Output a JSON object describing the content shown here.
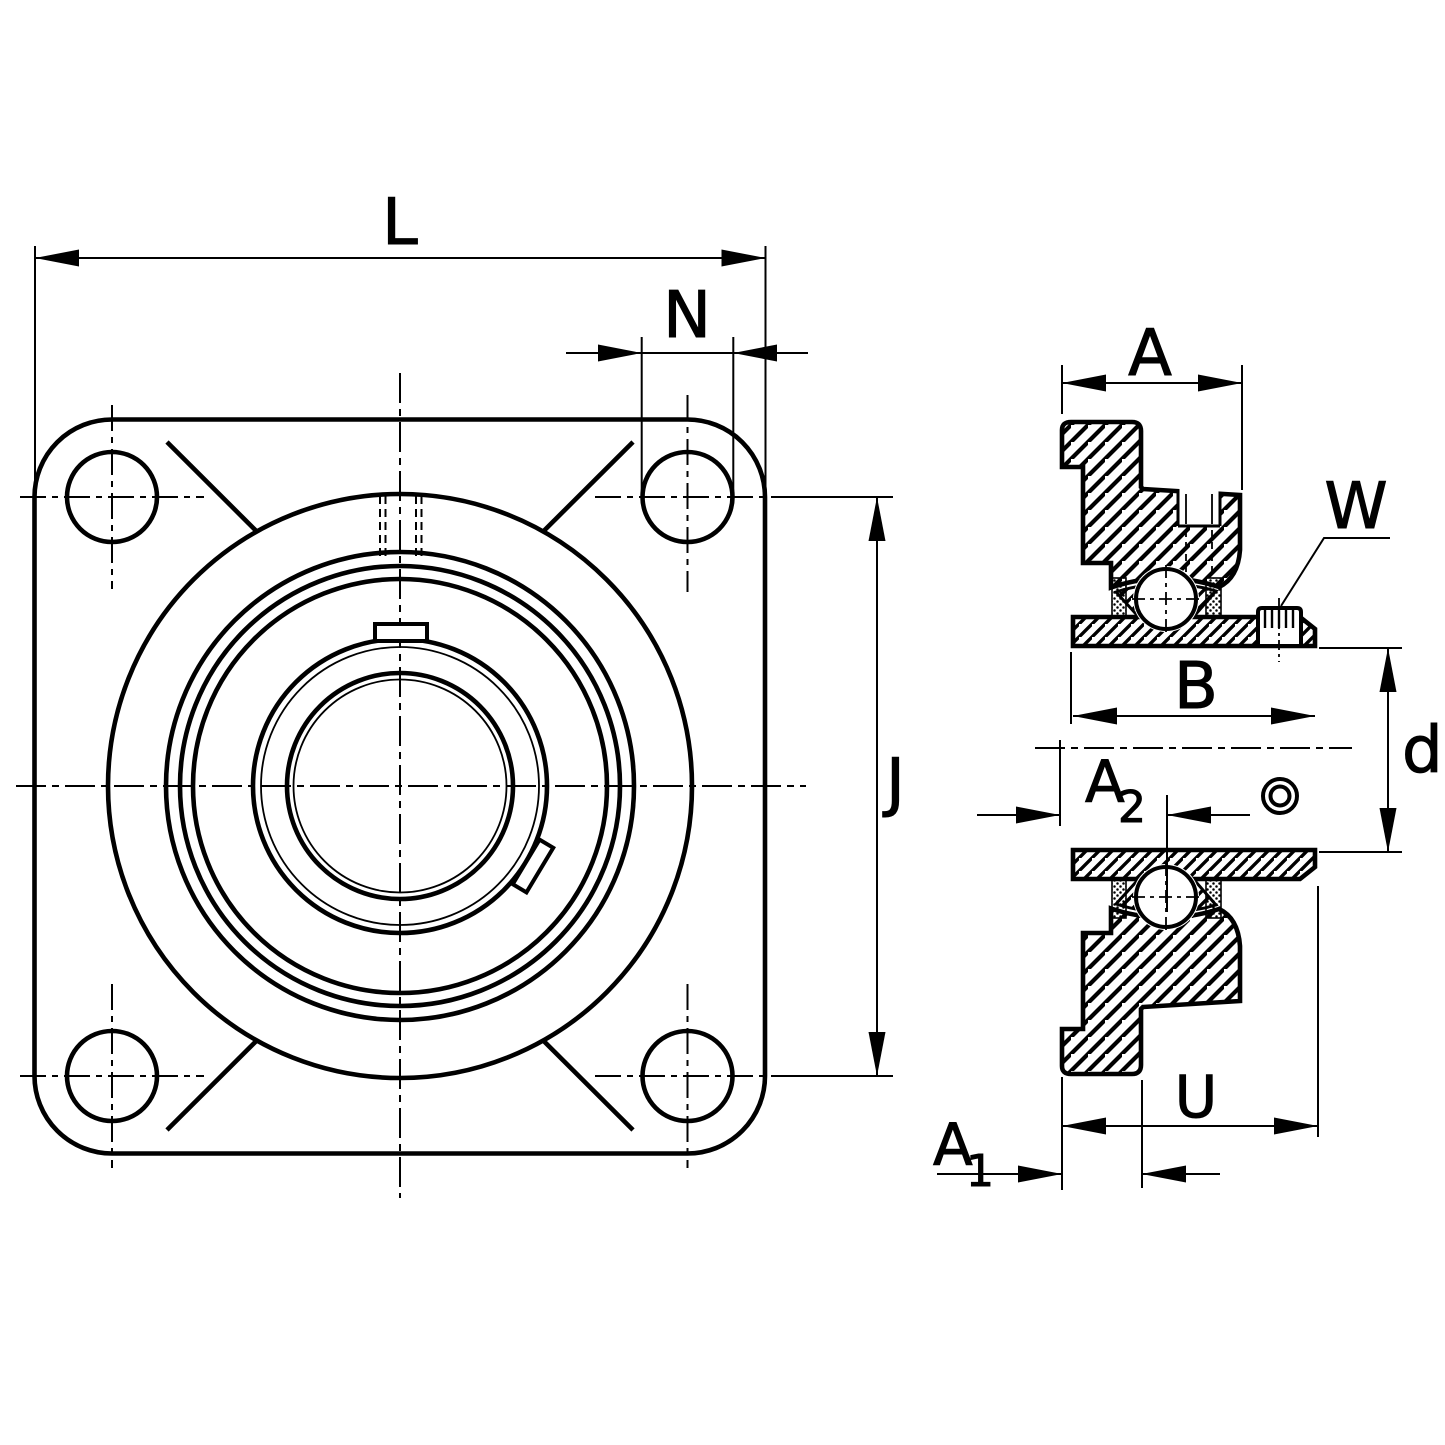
{
  "page": {
    "background": "#ffffff",
    "ink": "#000000"
  },
  "front_view": {
    "dims": {
      "L": "L",
      "N": "N",
      "J": "J"
    }
  },
  "side_view": {
    "dims": {
      "A": "A",
      "W": "W",
      "B": "B",
      "d": "d",
      "U": "U",
      "A1_base": "A",
      "A1_sub": "1",
      "A2_base": "A",
      "A2_sub": "2"
    }
  }
}
